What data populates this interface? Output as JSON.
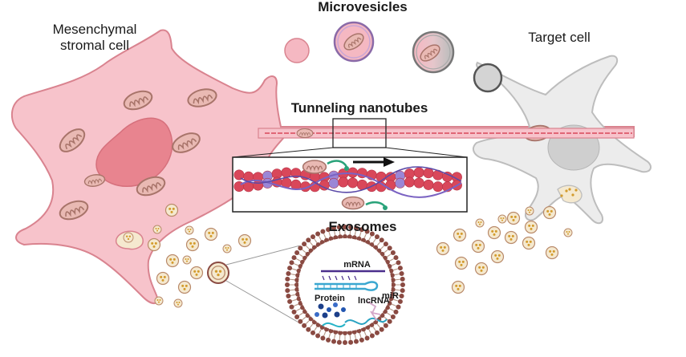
{
  "labels": {
    "msc_line1": "Mesenchymal",
    "msc_line2": "stromal cell",
    "microvesicles": "Microvesicles",
    "target_cell": "Target cell",
    "tunneling_nanotubes": "Tunneling nanotubes",
    "exosomes": "Exosomes",
    "mrna": "mRNA",
    "mir": "miR",
    "protein": "Protein",
    "lncrna": "lncRNA"
  },
  "colors": {
    "msc_fill": "#f7c3cb",
    "msc_stroke": "#d9838f",
    "msc_nucleus": "#e8848f",
    "mito_fill": "#e9b9b3",
    "mito_stroke": "#a8746a",
    "target_fill": "#ececec",
    "target_stroke": "#bdbdbd",
    "target_nucleus": "#cfcfcf",
    "vesicle_ring": "#c9a6d6",
    "exosome_fill": "#f5e9cf",
    "exosome_dot": "#d39b2c",
    "lipid_head": "#8a4a42",
    "actin": "#d9475a",
    "myosin": "#7a62c2"
  }
}
